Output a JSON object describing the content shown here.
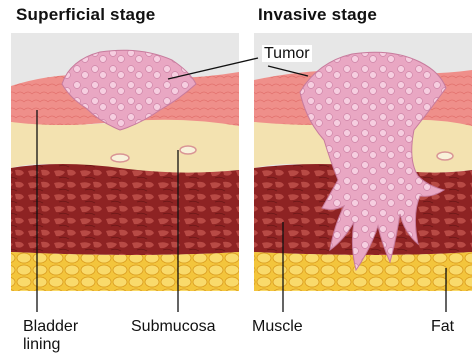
{
  "panels": {
    "left_title": "Superficial stage",
    "right_title": "Invasive stage"
  },
  "labels": {
    "tumor": "Tumor",
    "bladder_lining_line1": "Bladder",
    "bladder_lining_line2": "lining",
    "submucosa": "Submucosa",
    "muscle": "Muscle",
    "fat": "Fat"
  },
  "colors": {
    "lining": "#ef8f8a",
    "submucosa": "#f3e2b0",
    "muscle": "#9c2a2a",
    "fat": "#f3c53c",
    "tumor": "#ecaec8"
  }
}
